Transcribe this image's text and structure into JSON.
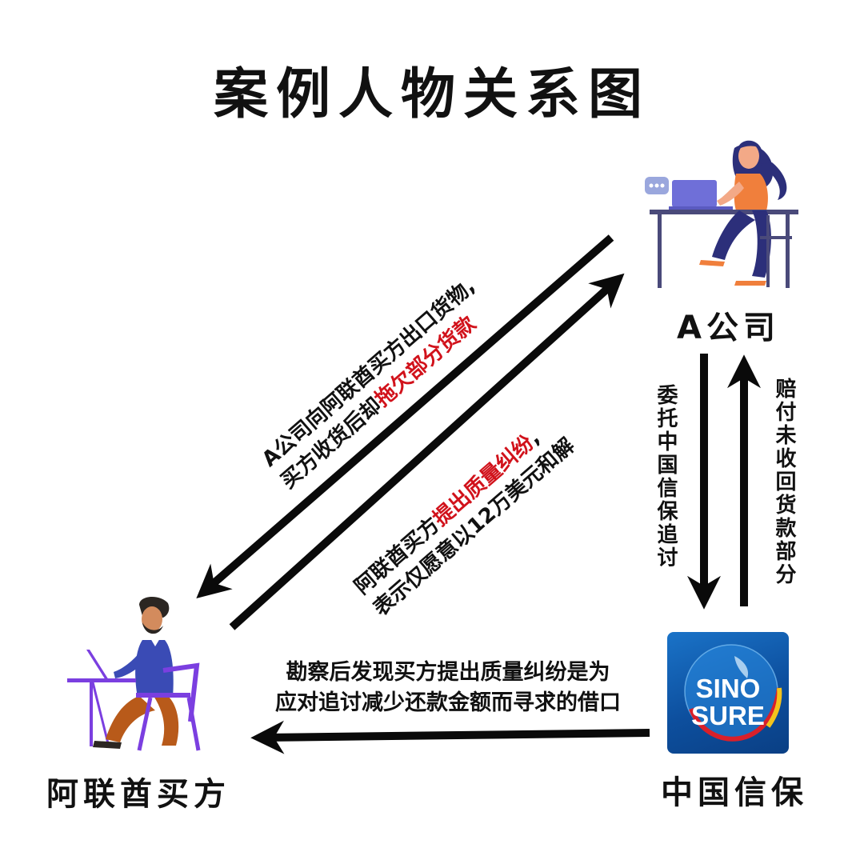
{
  "title": "案例人物关系图",
  "nodes": {
    "company_a": "A公司",
    "buyer": "阿联酋买方",
    "sinosure": "中国信保"
  },
  "logo": {
    "line1": "SINO",
    "line2": "SURE"
  },
  "edges": {
    "a_to_buyer": {
      "line1": "A公司向阿联酋买方出口货物,",
      "line2_plain": "买方收货后却",
      "line2_highlight": "拖欠部分货款"
    },
    "buyer_to_a": {
      "line1_plain": "阿联酋买方",
      "line1_highlight": "提出质量纠纷",
      "line1_tail": ",",
      "line2": "表示仅愿意以12万美元和解"
    },
    "a_to_sinosure": "委托中国信保追讨",
    "sinosure_to_a": "赔付未收回货款部分",
    "sinosure_to_buyer": {
      "line1": "勘察后发现买方提出质量纠纷是为",
      "line2": "应对追讨减少还款金额而寻求的借口"
    }
  },
  "colors": {
    "highlight": "#d1121b",
    "arrow": "#0a0a0a",
    "logo_blue": "#0d4f9e"
  }
}
